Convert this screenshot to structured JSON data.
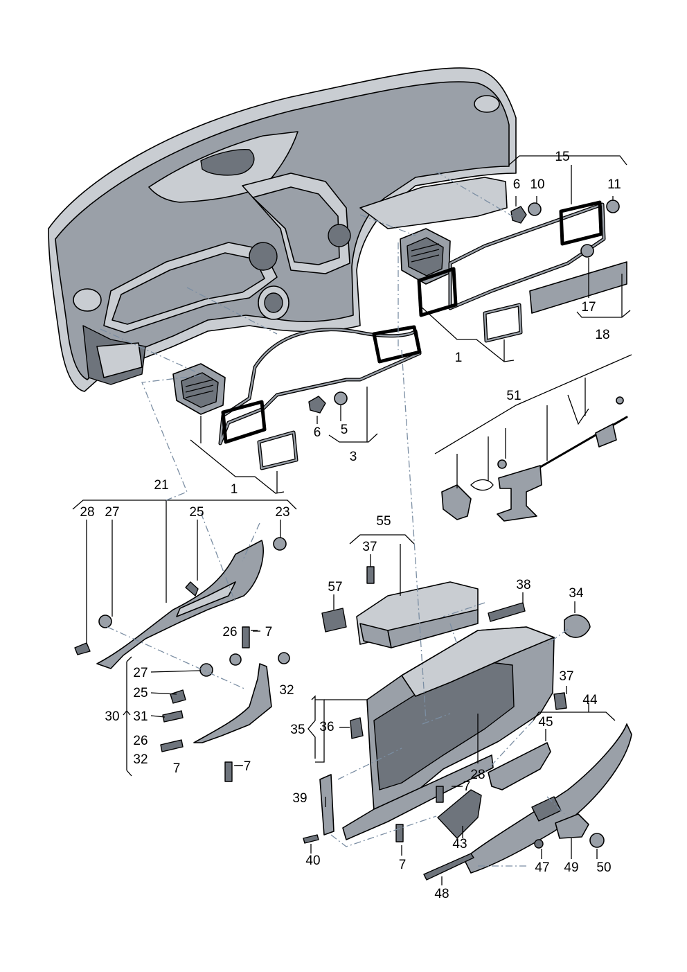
{
  "labels": {
    "l1a": "1",
    "l1b": "1",
    "l3": "3",
    "l5": "5",
    "l6a": "6",
    "l6b": "6",
    "l7a": "7",
    "l7b": "7",
    "l7c": "7",
    "l7d": "7",
    "l7e": "7",
    "l10": "10",
    "l11": "11",
    "l15": "15",
    "l17": "17",
    "l18": "18",
    "l21": "21",
    "l23": "23",
    "l25a": "25",
    "l25b": "25",
    "l26a": "26",
    "l26b": "26",
    "l27a": "27",
    "l27b": "27",
    "l28a": "28",
    "l28b": "28",
    "l30": "30",
    "l31": "31",
    "l32a": "32",
    "l32b": "32",
    "l34": "34",
    "l35": "35",
    "l36": "36",
    "l37a": "37",
    "l37b": "37",
    "l38": "38",
    "l39": "39",
    "l40": "40",
    "l43": "43",
    "l44": "44",
    "l45": "45",
    "l47": "47",
    "l48": "48",
    "l49": "49",
    "l50": "50",
    "l51": "51",
    "l55": "55",
    "l57": "57"
  }
}
